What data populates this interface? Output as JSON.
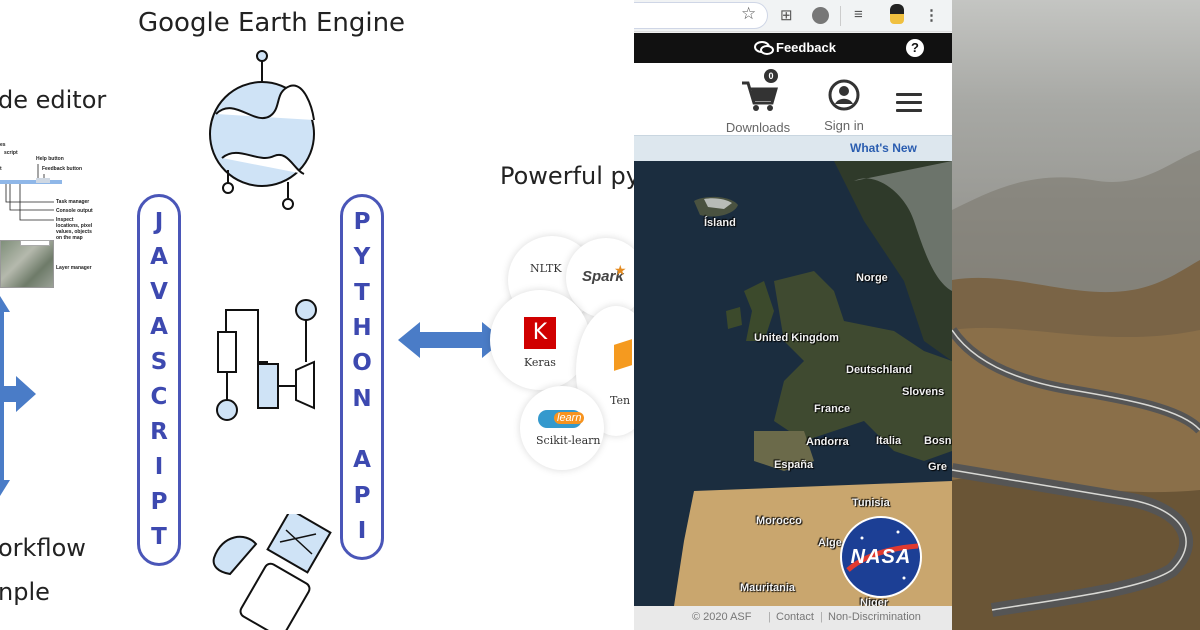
{
  "diagram": {
    "title": "Google Earth Engine",
    "code_editor_label": "de editor",
    "workflow_label": "orkflow",
    "example_label": "nple",
    "powerful_label": "Powerful py",
    "javascript_letters": [
      "J",
      "A",
      "V",
      "A",
      "S",
      "C",
      "R",
      "I",
      "P",
      "T"
    ],
    "python_letters": [
      "P",
      "Y",
      "T",
      "H",
      "O",
      "N",
      "",
      "A",
      "P",
      "I"
    ],
    "libraries": [
      "NLTK",
      "Spark",
      "Keras",
      "Scikit-learn",
      "Ten"
    ],
    "keras_glyph": "K",
    "sklearn_glyph": "learn",
    "mini_editor": {
      "labels": [
        "Help button",
        "Feedback button",
        "Task manager",
        "Console output",
        "Inspect",
        "locations, pixel",
        "values, objects",
        "on the map",
        "Layer manager"
      ],
      "fragments": [
        "es",
        "script",
        "t"
      ]
    }
  },
  "browser": {
    "feedback_label": "Feedback",
    "help_glyph": "?",
    "downloads_label": "Downloads",
    "downloads_count": "0",
    "signin_label": "Sign in",
    "whats_new_label": "What's New",
    "countries": [
      "Ísland",
      "Norge",
      "United Kingdom",
      "Deutschland",
      "Slovens",
      "France",
      "Andorra",
      "Italia",
      "Bosn",
      "España",
      "Gre",
      "Tunisia",
      "Morocco",
      "Alge",
      "Mauritania",
      "Niger"
    ],
    "nasa_label": "NASA",
    "footer": [
      "© 2020 ASF",
      "Contact",
      "Non-Discrimination"
    ]
  },
  "colors": {
    "accent_blue": "#4a56b8",
    "arrow_blue": "#4a7cc7",
    "feedback_bar": "#111111",
    "whats_new": "#2a5db0"
  }
}
